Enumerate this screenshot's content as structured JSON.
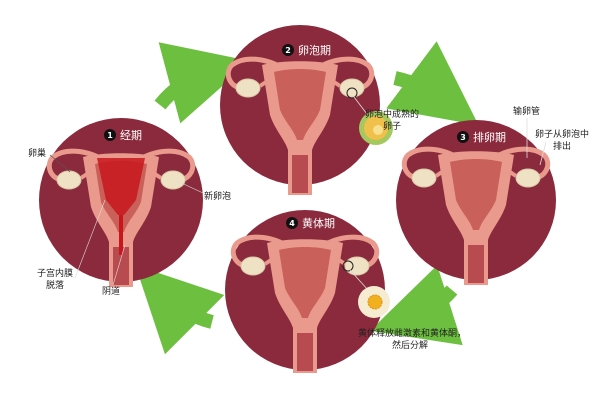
{
  "phases": [
    {
      "number": "1",
      "title": "经期"
    },
    {
      "number": "2",
      "title": "卵泡期"
    },
    {
      "number": "3",
      "title": "排卵期"
    },
    {
      "number": "4",
      "title": "黄体期"
    }
  ],
  "labels": {
    "ovary": "卵巢",
    "new_follicle": "新卵泡",
    "endometrium_line1": "子宫内膜",
    "endometrium_line2": "脱落",
    "vagina": "阴道",
    "mature_egg_line1": "卵泡中成熟的",
    "mature_egg_line2": "卵子",
    "fallopian_tube": "输卵管",
    "egg_release_line1": "卵子从卵泡中",
    "egg_release_line2": "排出",
    "corpus_luteum_line1": "黄体释放雌激素和黄体酮，",
    "corpus_luteum_line2": "然后分解"
  },
  "colors": {
    "circle": "#8a2a3c",
    "uterus": "#e99a8c",
    "uterus_inner": "#c9605a",
    "ovary": "#efe2c4",
    "blood": "#c8161d",
    "arrow": "#6cbf3f"
  }
}
